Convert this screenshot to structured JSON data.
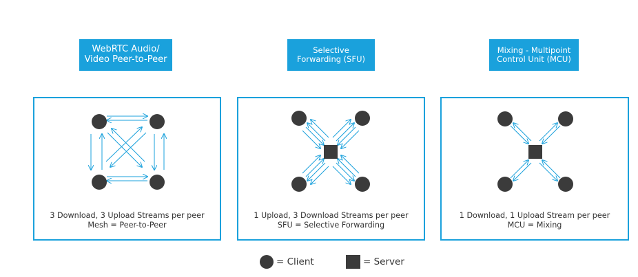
{
  "colors": {
    "accent": "#1aa1dc",
    "node": "#3b3b3b",
    "text": "#333333"
  },
  "panels": [
    {
      "id": "mesh",
      "title_lines": [
        "WebRTC Audio/",
        "Video Peer-to-Peer"
      ],
      "caption_lines": [
        "3 Download, 3 Upload Streams per peer",
        "Mesh = Peer-to-Peer"
      ]
    },
    {
      "id": "sfu",
      "title_lines": [
        "Selective",
        "Forwarding (SFU)"
      ],
      "caption_lines": [
        "1 Upload, 3 Download Streams per peer",
        "SFU = Selective Forwarding"
      ]
    },
    {
      "id": "mcu",
      "title_lines": [
        "Mixing - Multipoint",
        "Control Unit (MCU)"
      ],
      "caption_lines": [
        "1 Download, 1 Upload Stream per peer",
        "MCU = Mixing"
      ]
    }
  ],
  "legend": {
    "client": {
      "icon": "circle",
      "label": "= Client"
    },
    "server": {
      "icon": "square",
      "label": "= Server"
    }
  }
}
